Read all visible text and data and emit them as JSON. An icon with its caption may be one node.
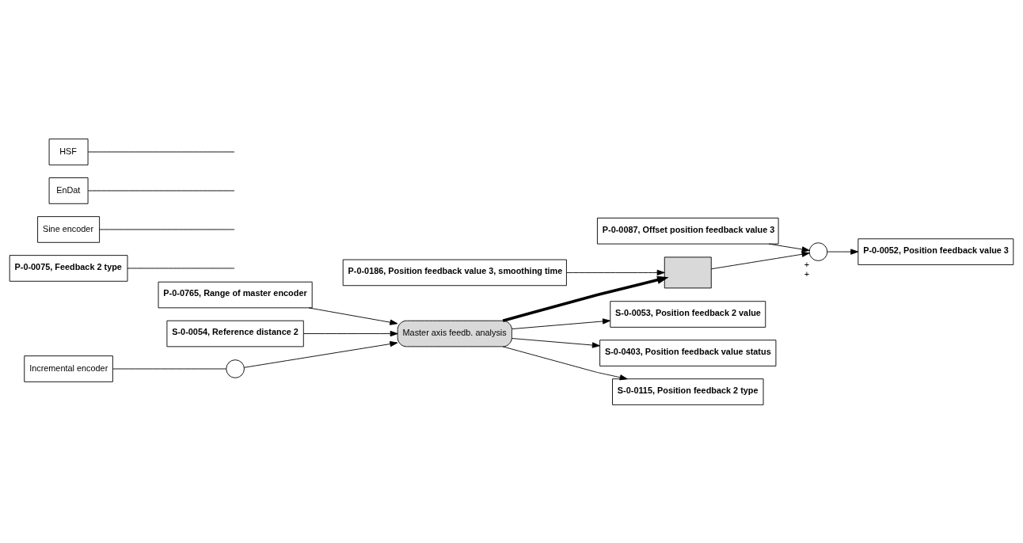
{
  "diagram": {
    "nodes": [
      {
        "text": [
          "P-0-0087, Offset position feedback value 3"
        ]
      },
      {
        "text": [
          "P-0-0186, Position feedback value 3, smoothing time"
        ]
      },
      {
        "text": [
          "P-0-0765, Range of master encoder"
        ]
      },
      {
        "text": [
          "S-0-0054, Reference distance 2"
        ]
      },
      {
        "text": [
          "P-0-0075, Feedback 2 type"
        ]
      },
      {
        "text": [
          "Sine encoder"
        ]
      },
      {
        "text": [
          "EnDat"
        ]
      },
      {
        "text": [
          "Incremental encoder"
        ]
      },
      {
        "text": [
          "HSF"
        ]
      },
      {
        "text": [],
        "shape": "circle"
      },
      {
        "text": [
          "Master axis feedb. analysis"
        ]
      },
      {
        "text": [],
        "shape": "box"
      },
      {
        "text": [],
        "shape": "circle",
        "beside": [
          "+",
          "+"
        ]
      },
      {
        "text": [
          "P-0-0052, Position feedback value 3"
        ]
      },
      {
        "text": [
          "S-0-0053, Position feedback 2 value"
        ]
      },
      {
        "text": [
          "S-0-0403, Position feedback value status"
        ]
      },
      {
        "text": [
          "S-0-0115, Position feedback 2 type"
        ]
      }
    ],
    "edges": [
      {
        "from": 0,
        "to": 12,
        "arrow": "to"
      },
      {
        "from": 1,
        "to": 11,
        "arrow": "to"
      },
      {
        "from": 2,
        "to": 10,
        "arrow": "to"
      },
      {
        "from": 3,
        "to": 10,
        "arrow": "to"
      },
      {
        "from": 4,
        "to": null,
        "arrow": "none"
      },
      {
        "from": 5,
        "to": null,
        "arrow": "none"
      },
      {
        "from": 6,
        "to": null,
        "arrow": "none"
      },
      {
        "from": 7,
        "to": 9,
        "arrow": "none"
      },
      {
        "from": 8,
        "to": null,
        "arrow": "none"
      },
      {
        "from": 9,
        "to": 10,
        "arrow": "to"
      },
      {
        "from": 10,
        "to": 11,
        "arrow": "to",
        "style": "thick"
      },
      {
        "from": 11,
        "to": 12,
        "arrow": "to"
      },
      {
        "from": 12,
        "to": 13,
        "arrow": "to"
      },
      {
        "from": 10,
        "to": 14,
        "arrow": "to"
      },
      {
        "from": 10,
        "to": 15,
        "arrow": "to"
      },
      {
        "from": 10,
        "to": 16,
        "arrow": "to"
      }
    ]
  }
}
